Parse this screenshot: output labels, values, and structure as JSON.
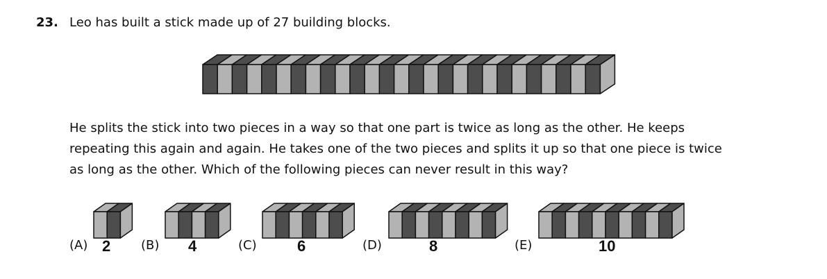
{
  "question": {
    "number": "23.",
    "intro": "Leo has built a stick made up of 27 building blocks.",
    "body_lines": [
      "He splits the stick into two pieces in a way so that one part is twice as long as the other. He keeps",
      "repeating this again and again. He takes one of the two pieces and splits it up so that one piece is twice",
      "as long as the other. Which of the following pieces can never result in this way?"
    ]
  },
  "stick": {
    "blocks": 27,
    "first": "dark"
  },
  "options": [
    {
      "label": "(A)",
      "value": "2",
      "blocks": 2
    },
    {
      "label": "(B)",
      "value": "4",
      "blocks": 4
    },
    {
      "label": "(C)",
      "value": "6",
      "blocks": 6
    },
    {
      "label": "(D)",
      "value": "8",
      "blocks": 8
    },
    {
      "label": "(E)",
      "value": "10",
      "blocks": 10
    }
  ],
  "colors": {
    "dark": "#4d4d4d",
    "light": "#b3b3b3",
    "stroke": "#111111"
  }
}
